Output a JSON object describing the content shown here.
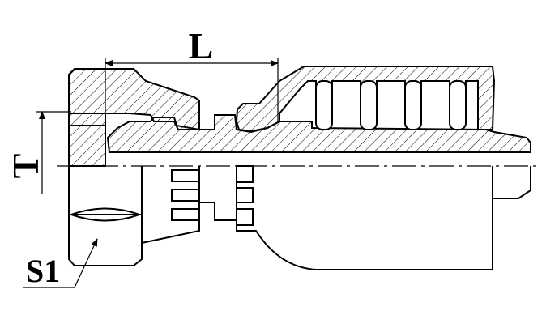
{
  "diagram": {
    "labels": {
      "length": "L",
      "thread": "T",
      "hex": "S1"
    },
    "colors": {
      "line": "#000000",
      "hatch": "#000000",
      "background": "#ffffff"
    }
  }
}
